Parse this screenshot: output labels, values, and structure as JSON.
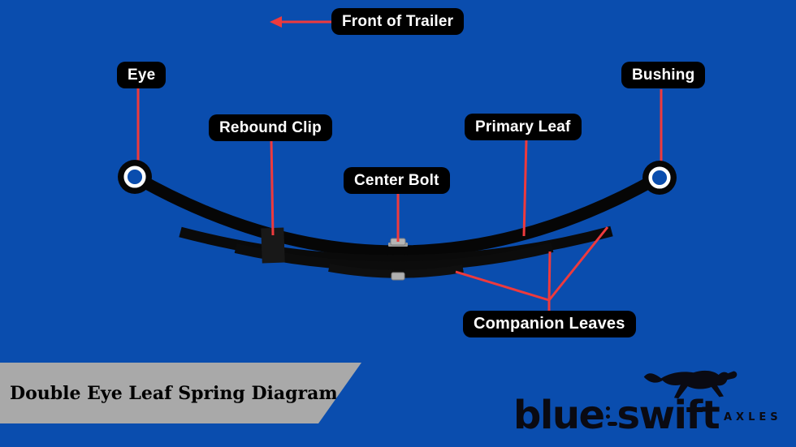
{
  "diagram": {
    "subject": "double eye leaf spring",
    "background_color": "#0a4dae"
  },
  "callouts": {
    "front_of_trailer": {
      "label": "Front of Trailer"
    },
    "eye": {
      "label": "Eye"
    },
    "bushing": {
      "label": "Bushing"
    },
    "rebound_clip": {
      "label": "Rebound Clip"
    },
    "center_bolt": {
      "label": "Center Bolt"
    },
    "primary_leaf": {
      "label": "Primary Leaf"
    },
    "companion_leaves": {
      "label": "Companion Leaves"
    }
  },
  "banner": {
    "title": "Double Eye Leaf Spring Diagram",
    "background_color": "#a9a9a9",
    "text_color": "#000000"
  },
  "logo": {
    "brand_part1": "blue",
    "brand_part2": "swift",
    "suffix": "AXLES",
    "icon": "running-cheetah-silhouette",
    "color": "#0a0a12"
  },
  "style": {
    "callout_bg": "#000000",
    "callout_text": "#ffffff",
    "leader_line_color": "#ee3a3d",
    "spring_color": "#060606",
    "bolt_color": "#b5b5b5",
    "eye_ring_color": "#ffffff"
  }
}
